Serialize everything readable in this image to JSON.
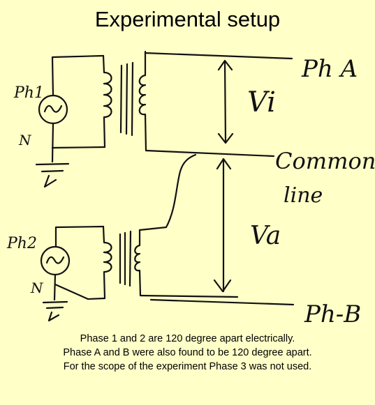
{
  "title": "Experimental setup",
  "labels": {
    "ph1": "Ph1",
    "ph2": "Ph2",
    "n1": "N",
    "n2": "N",
    "pha": "Ph A",
    "phb": "Ph-B",
    "vi": "Vi",
    "va": "Va",
    "common_line_1": "Common",
    "common_line_2": "line"
  },
  "caption": [
    "Phase 1 and 2 are 120 degree apart electrically.",
    "Phase A and B were also found to be 120 degree apart.",
    "For the scope of the experiment Phase 3 was not used."
  ]
}
